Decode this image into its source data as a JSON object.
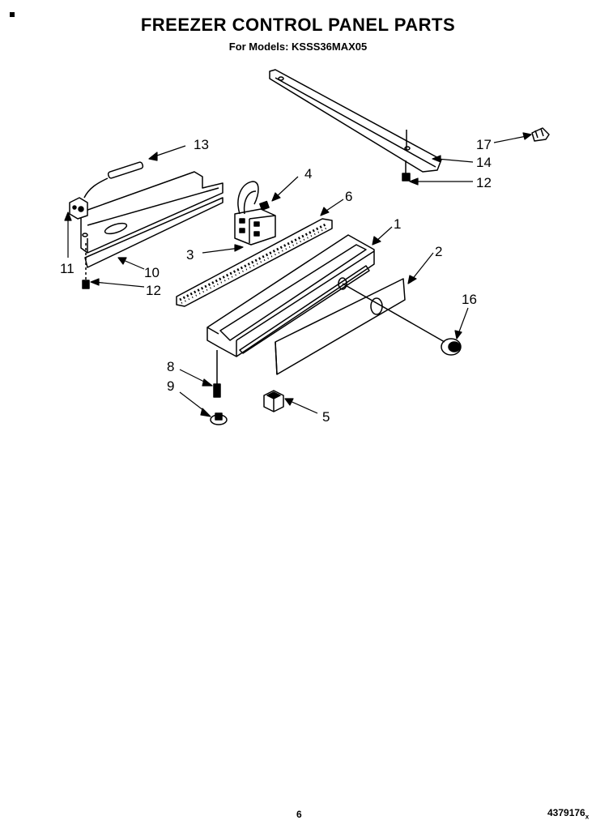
{
  "title": "FREEZER CONTROL PANEL PARTS",
  "subtitle": "For Models: KSSS36MAX05",
  "page_number": "6",
  "document_number": "4379176",
  "document_suffix": "x",
  "callouts": [
    "1",
    "2",
    "3",
    "4",
    "5",
    "6",
    "8",
    "9",
    "10",
    "11",
    "12",
    "12",
    "12",
    "13",
    "14",
    "16",
    "17"
  ]
}
